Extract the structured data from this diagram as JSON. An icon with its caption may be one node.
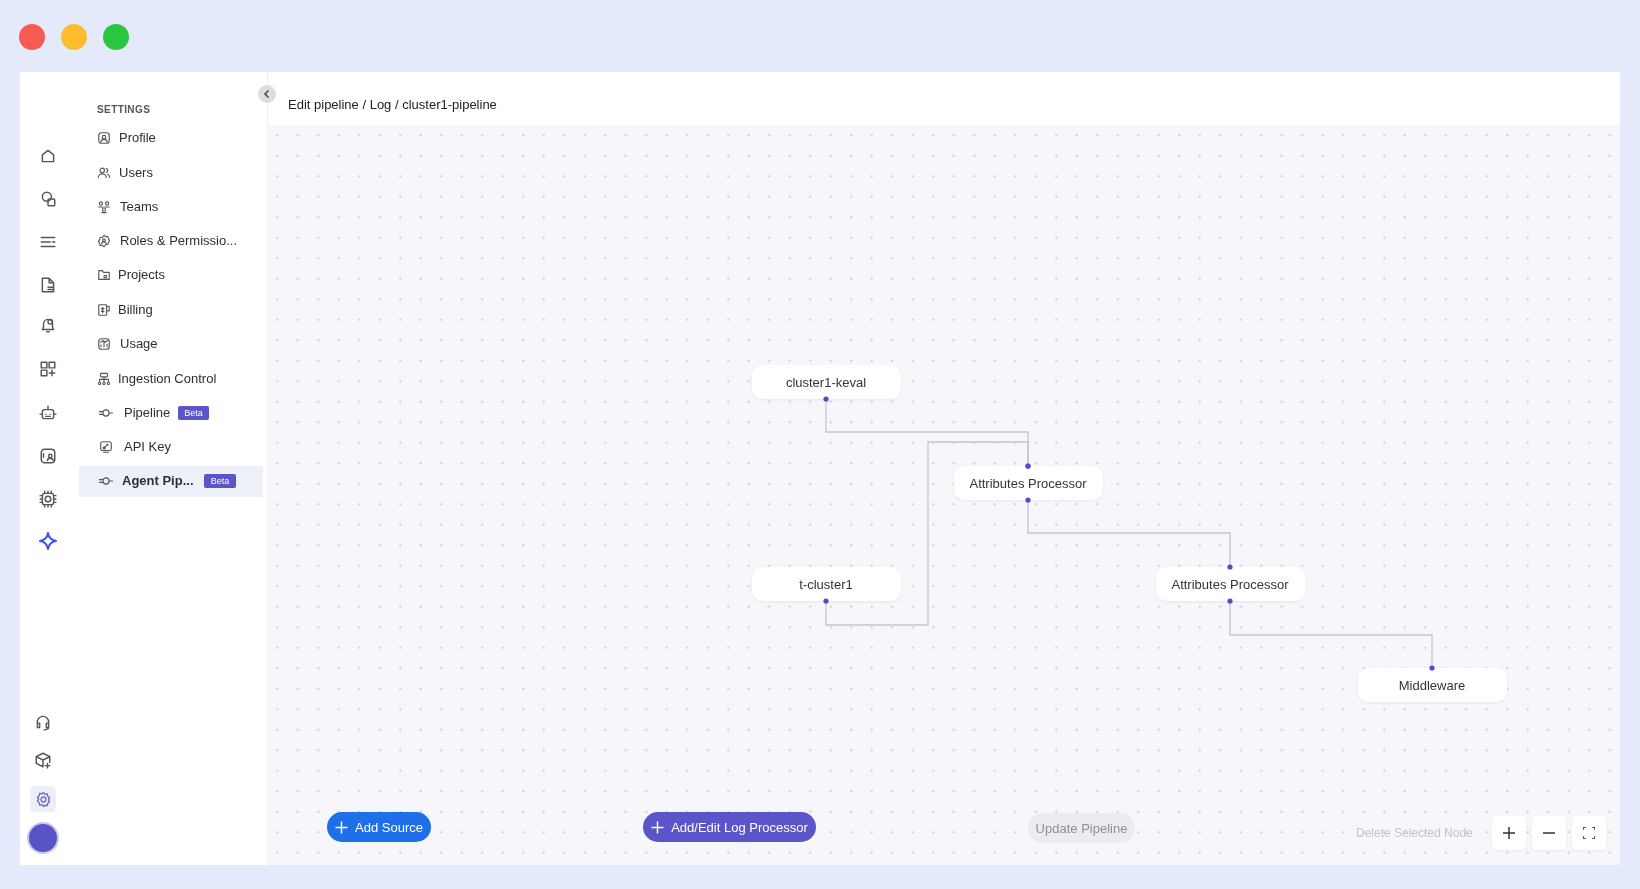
{
  "diagram": {
    "nodes": [
      {
        "text": [
          "cluster1-keval"
        ]
      },
      {
        "text": [
          "Attributes Processor"
        ]
      },
      {
        "text": [
          "t-cluster1"
        ]
      },
      {
        "text": [
          "Attributes Processor"
        ]
      },
      {
        "text": [
          "Middleware"
        ]
      }
    ],
    "edges": [
      {
        "from": 0,
        "to": 1,
        "arrow": "none"
      },
      {
        "from": 2,
        "to": 1,
        "arrow": "none"
      },
      {
        "from": 1,
        "to": 3,
        "arrow": "none"
      },
      {
        "from": 3,
        "to": 4,
        "arrow": "none"
      }
    ],
    "labels": [
      "Edit pipeline / Log / cluster1-pipeline",
      "SETTINGS",
      "Profile",
      "Users",
      "Teams",
      "Roles & Permissio...",
      "Projects",
      "Billing",
      "Usage",
      "Ingestion Control",
      "Pipeline",
      "Beta",
      "API Key",
      "Agent Pip...",
      "Beta",
      "Add Source",
      "Add/Edit Log Processor",
      "Update Pipeline",
      "Delete Selected Node"
    ]
  }
}
